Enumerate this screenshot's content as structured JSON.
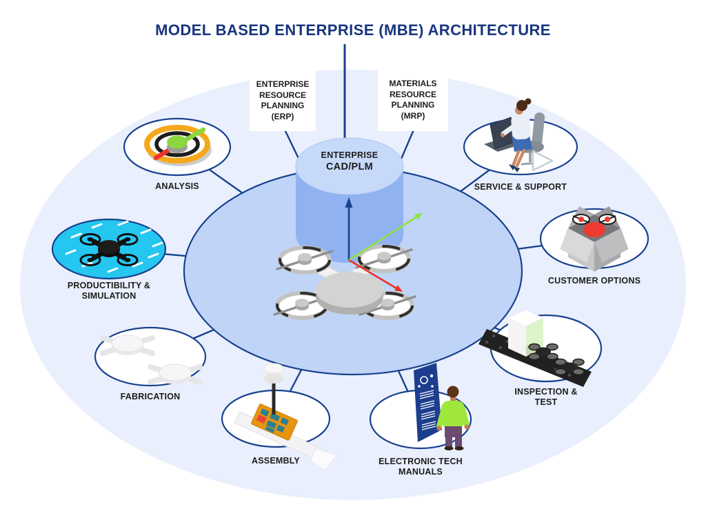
{
  "title": "MODEL BASED ENTERPRISE (MBE) ARCHITECTURE",
  "colors": {
    "navy": "#17418f",
    "title-navy": "#17357e",
    "text-dark": "#1c1c1c",
    "outer-ellipse": "#e9effc",
    "hub-ellipse": "#c0d4f7",
    "cylinder-body": "#90b2f0",
    "cylinder-top": "#c6d9f9",
    "cyan": "#25c6f0",
    "arrow-green": "#8de23e",
    "arrow-red": "#ee2e24",
    "gauge-orange": "#f5a81c",
    "gauge-green": "#8cd63e",
    "gauge-red": "#ee352d",
    "panel-blue": "#1d3e8e",
    "shirt-green": "#9fe83b",
    "pants-purple": "#6d4a72",
    "box-red": "#ee3b31",
    "pcb-orange": "#e8940f"
  },
  "top_boxes": {
    "erp": {
      "lines": [
        "ENTERPRISE",
        "RESOURCE",
        "PLANNING",
        "(ERP)"
      ]
    },
    "mrp": {
      "lines": [
        "MATERIALS",
        "RESOURCE",
        "PLANNING",
        "(MRP)"
      ]
    }
  },
  "hub": {
    "label_line1": "ENTERPRISE",
    "label_line2": "CAD/PLM"
  },
  "nodes": [
    {
      "id": "analysis",
      "label": "ANALYSIS",
      "icon": "gauge-icon"
    },
    {
      "id": "productibility-simulation",
      "label": "PRODUCTIBILITY &\nSIMULATION",
      "icon": "simulation-drone-icon"
    },
    {
      "id": "fabrication",
      "label": "FABRICATION",
      "icon": "drone-frame-parts-icon"
    },
    {
      "id": "assembly",
      "label": "ASSEMBLY",
      "icon": "pick-and-place-icon"
    },
    {
      "id": "electronic-tech-manuals",
      "label": "ELECTRONIC TECH\nMANUALS",
      "icon": "manual-panel-person-icon"
    },
    {
      "id": "inspection-test",
      "label": "INSPECTION &\nTEST",
      "icon": "conveyor-scanner-icon"
    },
    {
      "id": "customer-options",
      "label": "CUSTOMER OPTIONS",
      "icon": "open-box-drone-icon"
    },
    {
      "id": "service-support",
      "label": "SERVICE & SUPPORT",
      "icon": "support-agent-icon"
    }
  ]
}
